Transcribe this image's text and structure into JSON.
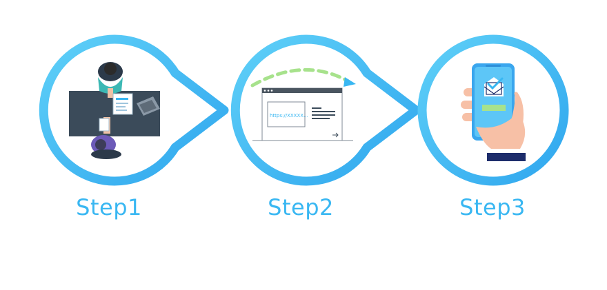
{
  "steps": [
    {
      "label": "Step1",
      "illustration": "meeting-handover"
    },
    {
      "label": "Step2",
      "illustration": "browser-url"
    },
    {
      "label": "Step3",
      "illustration": "phone-mail"
    }
  ],
  "browser": {
    "url_text": "https://XXXXX..."
  },
  "colors": {
    "ring": "#39b7f2",
    "ring_light": "#5fd0f8",
    "label": "#39b7f2",
    "dash": "#a7e28c",
    "desk": "#3b4b5a",
    "phone": "#3aa6ee",
    "skin": "#f7c0a6",
    "navy": "#1d2d6b"
  }
}
